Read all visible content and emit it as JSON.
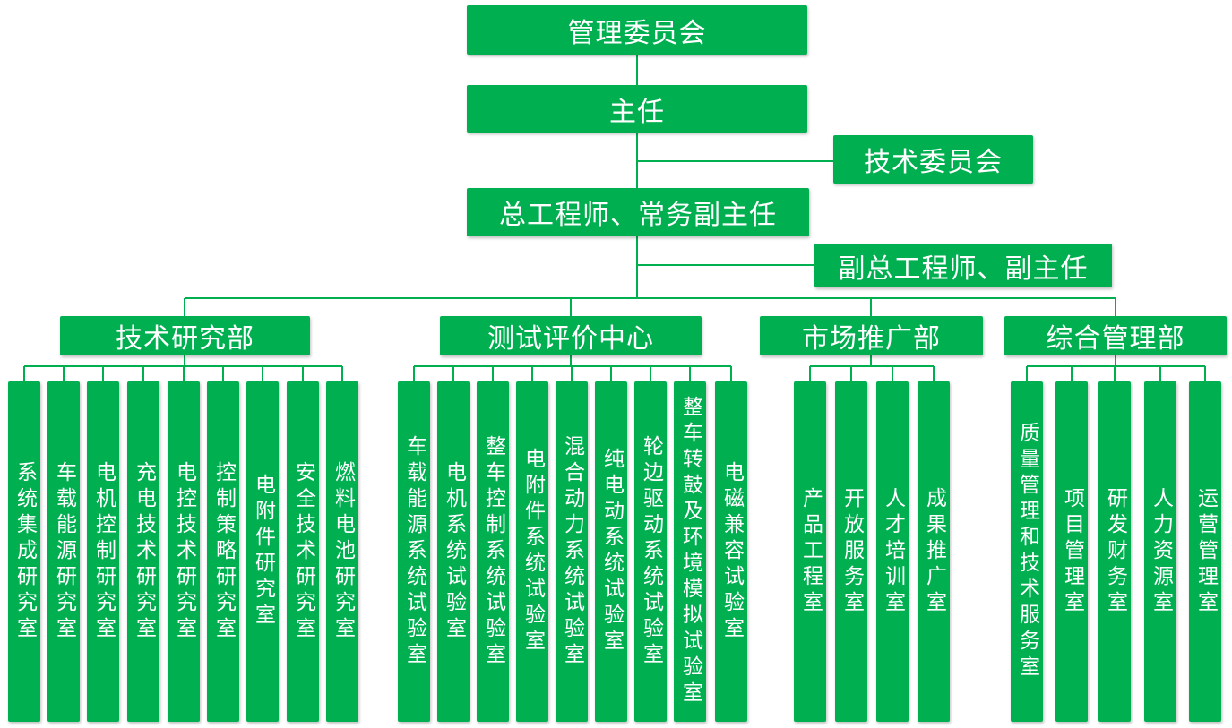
{
  "chart": {
    "committee": "管理委员会",
    "director": "主任",
    "tech_committee": "技术委员会",
    "chief_engineer": "总工程师、常务副主任",
    "deputy_chief": "副总工程师、副主任",
    "departments": [
      {
        "name": "技术研究部",
        "units": [
          "系统集成研究室",
          "车载能源研究室",
          "电机控制研究室",
          "充电技术研究室",
          "电控技术研究室",
          "控制策略研究室",
          "电附件研究室",
          "安全技术研究室",
          "燃料电池研究室"
        ]
      },
      {
        "name": "测试评价中心",
        "units": [
          "车载能源系统试验室",
          "电机系统试验室",
          "整车控制系统试验室",
          "电附件系统试验室",
          "混合动力系统试验室",
          "纯电动系统试验室",
          "轮边驱动系统试验室",
          "整车转鼓及环境模拟试验室",
          "电磁兼容试验室"
        ]
      },
      {
        "name": "市场推广部",
        "units": [
          "产品工程室",
          "开放服务室",
          "人才培训室",
          "成果推广室"
        ]
      },
      {
        "name": "综合管理部",
        "units": [
          "质量管理和技术服务室",
          "项目管理室",
          "研发财务室",
          "人力资源室",
          "运营管理室"
        ]
      }
    ],
    "colors": {
      "box": "#00b050",
      "text": "#ffffff",
      "line": "#00b050"
    }
  }
}
